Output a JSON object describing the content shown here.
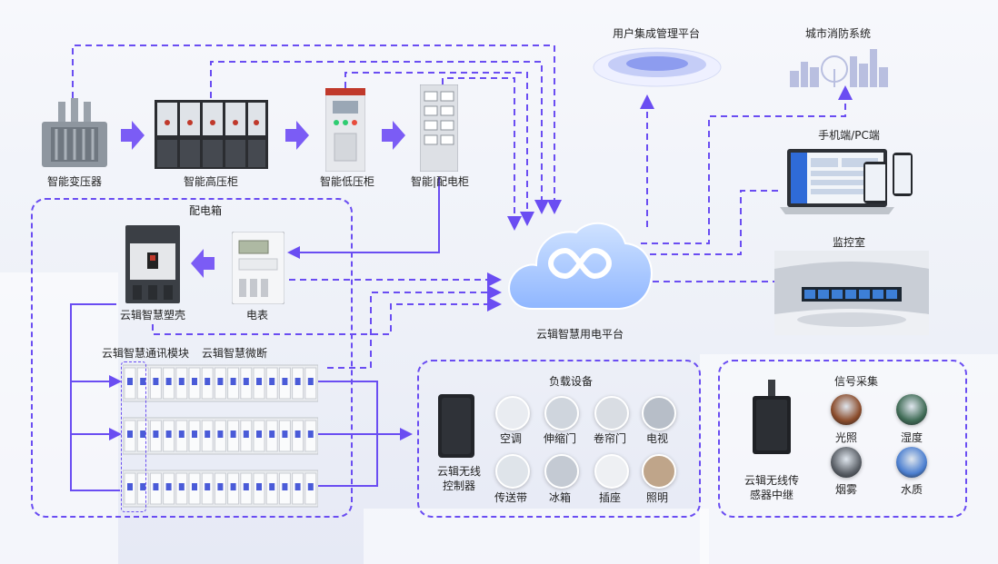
{
  "diagram": {
    "equipment": {
      "transformer": "智能变压器",
      "hv_cabinet": "智能高压柜",
      "lv_cabinet": "智能低压柜",
      "dist_cabinet": "智能|配电柜"
    },
    "distribution_box": {
      "title": "配电箱",
      "molded_breaker": "云辑智慧塑壳",
      "meter": "电表",
      "comm_module": "云辑智慧通讯模块",
      "micro_breaker": "云辑智慧微断"
    },
    "cloud": {
      "label": "云辑智慧用电平台"
    },
    "platforms": {
      "user_platform": "用户集成管理平台",
      "fire_system": "城市消防系统",
      "mobile_pc": "手机端/PC端",
      "monitor_room": "监控室"
    },
    "load_equipment": {
      "title": "负载设备",
      "controller": [
        "云辑无线",
        "控制器"
      ],
      "items": [
        "空调",
        "伸缩门",
        "卷帘门",
        "电视",
        "传送带",
        "冰箱",
        "插座",
        "照明"
      ]
    },
    "signal_collection": {
      "title": "信号采集",
      "relay": [
        "云辑无线传",
        "感器中继"
      ],
      "items": [
        "光照",
        "湿度",
        "烟雾",
        "水质"
      ]
    },
    "colors": {
      "accent": "#6a4df2",
      "arrow": "#7b5cf5",
      "cloud": "#9fc6ff"
    }
  }
}
